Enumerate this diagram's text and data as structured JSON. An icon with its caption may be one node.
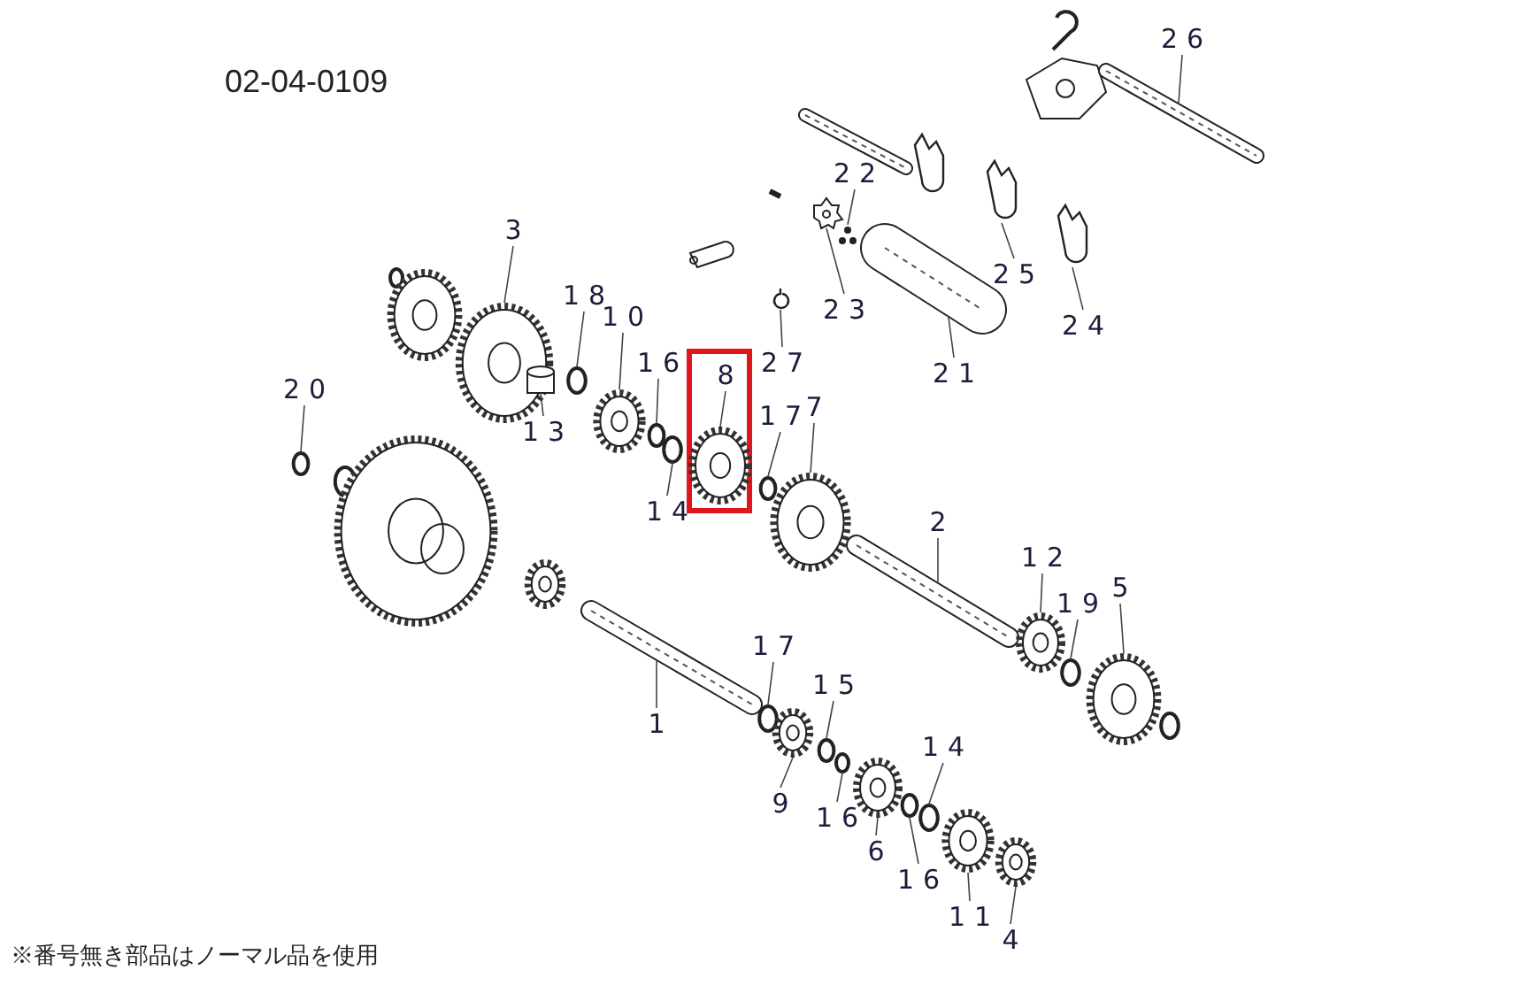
{
  "diagram": {
    "title": "02-04-0109",
    "nodes": [
      {
        "text": [
          "26"
        ]
      },
      {
        "text": [
          "22"
        ]
      },
      {
        "text": [
          "3"
        ]
      },
      {
        "text": [
          "25"
        ]
      },
      {
        "text": [
          "18"
        ]
      },
      {
        "text": [
          "10"
        ]
      },
      {
        "text": [
          "23"
        ]
      },
      {
        "text": [
          "24"
        ]
      },
      {
        "text": [
          "27"
        ]
      },
      {
        "text": [
          "21"
        ]
      },
      {
        "text": [],
        "shape": "box"
      },
      {
        "text": [
          "8"
        ],
        "in": 10
      },
      {
        "text": [
          "16"
        ]
      },
      {
        "text": [
          "20"
        ]
      },
      {
        "text": [
          "7"
        ]
      },
      {
        "text": [
          "17"
        ]
      },
      {
        "text": [
          "13"
        ]
      },
      {
        "text": [
          "14"
        ]
      },
      {
        "text": [
          "2"
        ]
      },
      {
        "text": [
          "12"
        ]
      },
      {
        "text": [
          "5"
        ]
      },
      {
        "text": [
          "19"
        ]
      },
      {
        "text": [
          "17"
        ]
      },
      {
        "text": [
          "1"
        ]
      },
      {
        "text": [
          "15"
        ]
      },
      {
        "text": [
          "9"
        ]
      },
      {
        "text": [
          "16"
        ]
      },
      {
        "text": [
          "14"
        ]
      },
      {
        "text": [
          "6"
        ]
      },
      {
        "text": [
          "16"
        ]
      },
      {
        "text": [
          "11"
        ]
      },
      {
        "text": [
          "4"
        ]
      },
      {
        "text": [],
        "shape": "picture"
      },
      {
        "text": [],
        "shape": "picture"
      },
      {
        "text": [],
        "shape": "picture"
      },
      {
        "text": [],
        "shape": "picture"
      },
      {
        "text": [],
        "shape": "circle"
      },
      {
        "text": [],
        "shape": "picture"
      },
      {
        "text": [],
        "shape": "picture"
      },
      {
        "text": [],
        "shape": "picture"
      },
      {
        "text": [],
        "shape": "picture"
      },
      {
        "text": [],
        "shape": "picture"
      },
      {
        "text": [],
        "shape": "picture",
        "in": 10
      },
      {
        "text": [],
        "shape": "circle"
      },
      {
        "text": [],
        "shape": "circle"
      },
      {
        "text": [],
        "shape": "picture"
      },
      {
        "text": [],
        "shape": "circle"
      },
      {
        "text": [],
        "shape": "cylinder"
      },
      {
        "text": [],
        "shape": "circle"
      },
      {
        "text": [],
        "shape": "picture"
      },
      {
        "text": [],
        "shape": "picture"
      },
      {
        "text": [],
        "shape": "picture"
      },
      {
        "text": [],
        "shape": "circle"
      },
      {
        "text": [],
        "shape": "circle"
      },
      {
        "text": [],
        "shape": "picture"
      },
      {
        "text": [],
        "shape": "circle"
      },
      {
        "text": [],
        "shape": "picture"
      },
      {
        "text": [],
        "shape": "circle"
      },
      {
        "text": [],
        "shape": "circle"
      },
      {
        "text": [],
        "shape": "picture"
      },
      {
        "text": [],
        "shape": "circle"
      },
      {
        "text": [],
        "shape": "picture"
      },
      {
        "text": [],
        "shape": "picture"
      }
    ],
    "edges": [
      {
        "from": 0,
        "to": 32,
        "arrow": "none"
      },
      {
        "from": 1,
        "to": 33,
        "arrow": "none"
      },
      {
        "from": 2,
        "to": 34,
        "arrow": "none"
      },
      {
        "from": 3,
        "to": 35,
        "arrow": "none"
      },
      {
        "from": 4,
        "to": 36,
        "arrow": "none"
      },
      {
        "from": 5,
        "to": 37,
        "arrow": "none"
      },
      {
        "from": 6,
        "to": 38,
        "arrow": "none"
      },
      {
        "from": 7,
        "to": 39,
        "arrow": "none"
      },
      {
        "from": 8,
        "to": 40,
        "arrow": "none"
      },
      {
        "from": 9,
        "to": 41,
        "arrow": "none"
      },
      {
        "from": 11,
        "to": 42,
        "arrow": "none"
      },
      {
        "from": 12,
        "to": 43,
        "arrow": "none"
      },
      {
        "from": 13,
        "to": 44,
        "arrow": "none"
      },
      {
        "from": 14,
        "to": 45,
        "arrow": "none"
      },
      {
        "from": 15,
        "to": 46,
        "arrow": "none"
      },
      {
        "from": 16,
        "to": 47,
        "arrow": "none"
      },
      {
        "from": 17,
        "to": 48,
        "arrow": "none"
      },
      {
        "from": 18,
        "to": 49,
        "arrow": "none"
      },
      {
        "from": 19,
        "to": 50,
        "arrow": "none"
      },
      {
        "from": 20,
        "to": 51,
        "arrow": "none"
      },
      {
        "from": 21,
        "to": 52,
        "arrow": "none"
      },
      {
        "from": 22,
        "to": 53,
        "arrow": "none"
      },
      {
        "from": 23,
        "to": 54,
        "arrow": "none"
      },
      {
        "from": 24,
        "to": 55,
        "arrow": "none"
      },
      {
        "from": 25,
        "to": 56,
        "arrow": "none"
      },
      {
        "from": 26,
        "to": 57,
        "arrow": "none"
      },
      {
        "from": 27,
        "to": 58,
        "arrow": "none"
      },
      {
        "from": 28,
        "to": 59,
        "arrow": "none"
      },
      {
        "from": 29,
        "to": 60,
        "arrow": "none"
      },
      {
        "from": 30,
        "to": 61,
        "arrow": "none"
      },
      {
        "from": 31,
        "to": 62,
        "arrow": "none"
      }
    ],
    "labels": [
      "※番号無き部品はノーマル品を使用"
    ]
  }
}
